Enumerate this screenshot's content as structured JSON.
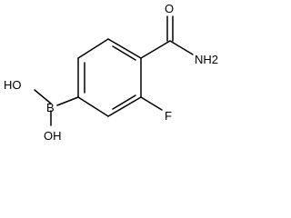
{
  "molecule": {
    "atom_labels": {
      "oxygen": "O",
      "amine": "NH2",
      "fluorine": "F",
      "boron": "B",
      "hydroxyl_top": "HO",
      "hydroxyl_bottom": "OH"
    }
  }
}
